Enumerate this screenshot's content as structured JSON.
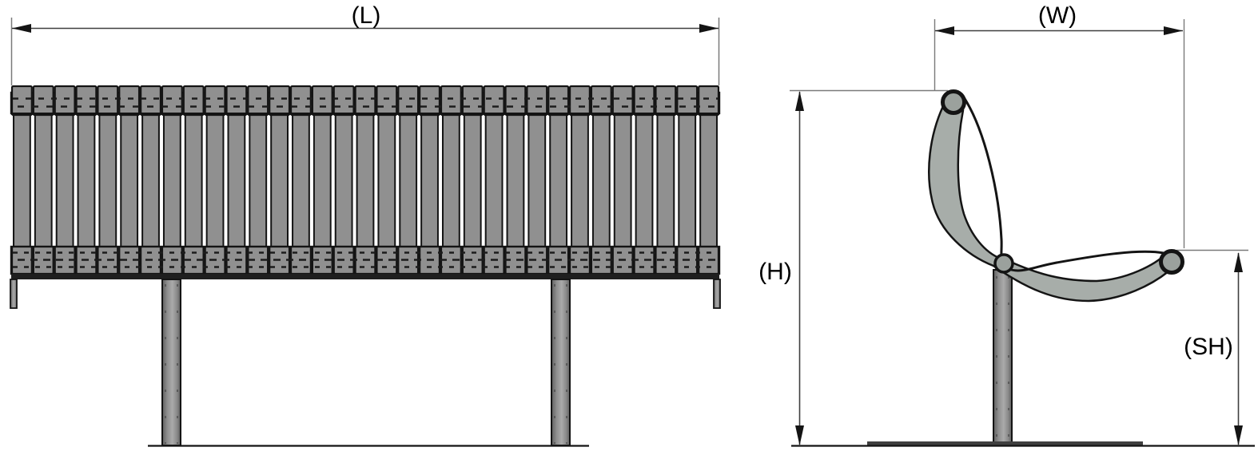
{
  "drawing": {
    "views": {
      "front_view_name": "bench-front-elevation",
      "side_view_name": "bench-side-elevation"
    },
    "labels": {
      "length": "(L)",
      "width": "(W)",
      "height": "(H)",
      "seat_height": "(SH)"
    },
    "front_view": {
      "slat_count": 33
    },
    "colors": {
      "slat": "#909090",
      "rail": "#787d7a",
      "band": "#a7ada9",
      "tube": "#9ba19d",
      "dark_strip": "#1f1f1f",
      "outline": "#141414",
      "dimension": "#3f3f3f",
      "extension": "#7a7a7a",
      "base_plate": "#3f3f3f"
    }
  }
}
